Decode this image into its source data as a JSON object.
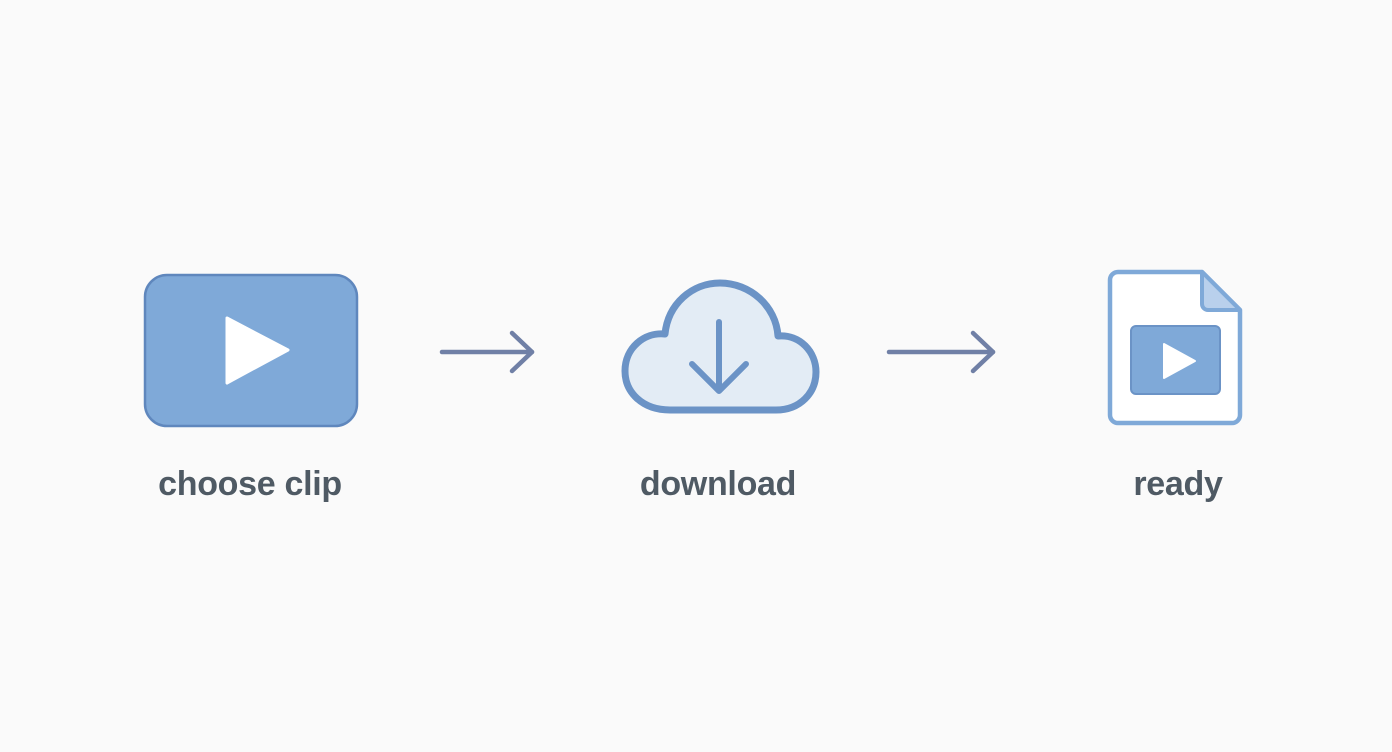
{
  "flow": {
    "steps": [
      {
        "label": "choose clip",
        "icon": "video-play-icon"
      },
      {
        "label": "download",
        "icon": "cloud-download-icon"
      },
      {
        "label": "ready",
        "icon": "video-file-icon"
      }
    ],
    "connectors": [
      "arrow-right-icon",
      "arrow-right-icon"
    ]
  },
  "colors": {
    "background": "#fafafa",
    "icon_fill": "#7fa9d8",
    "icon_stroke": "#5f87bd",
    "icon_light_fill": "#e3ecf5",
    "arrow": "#7080a6",
    "label_text": "#4f5a64"
  }
}
